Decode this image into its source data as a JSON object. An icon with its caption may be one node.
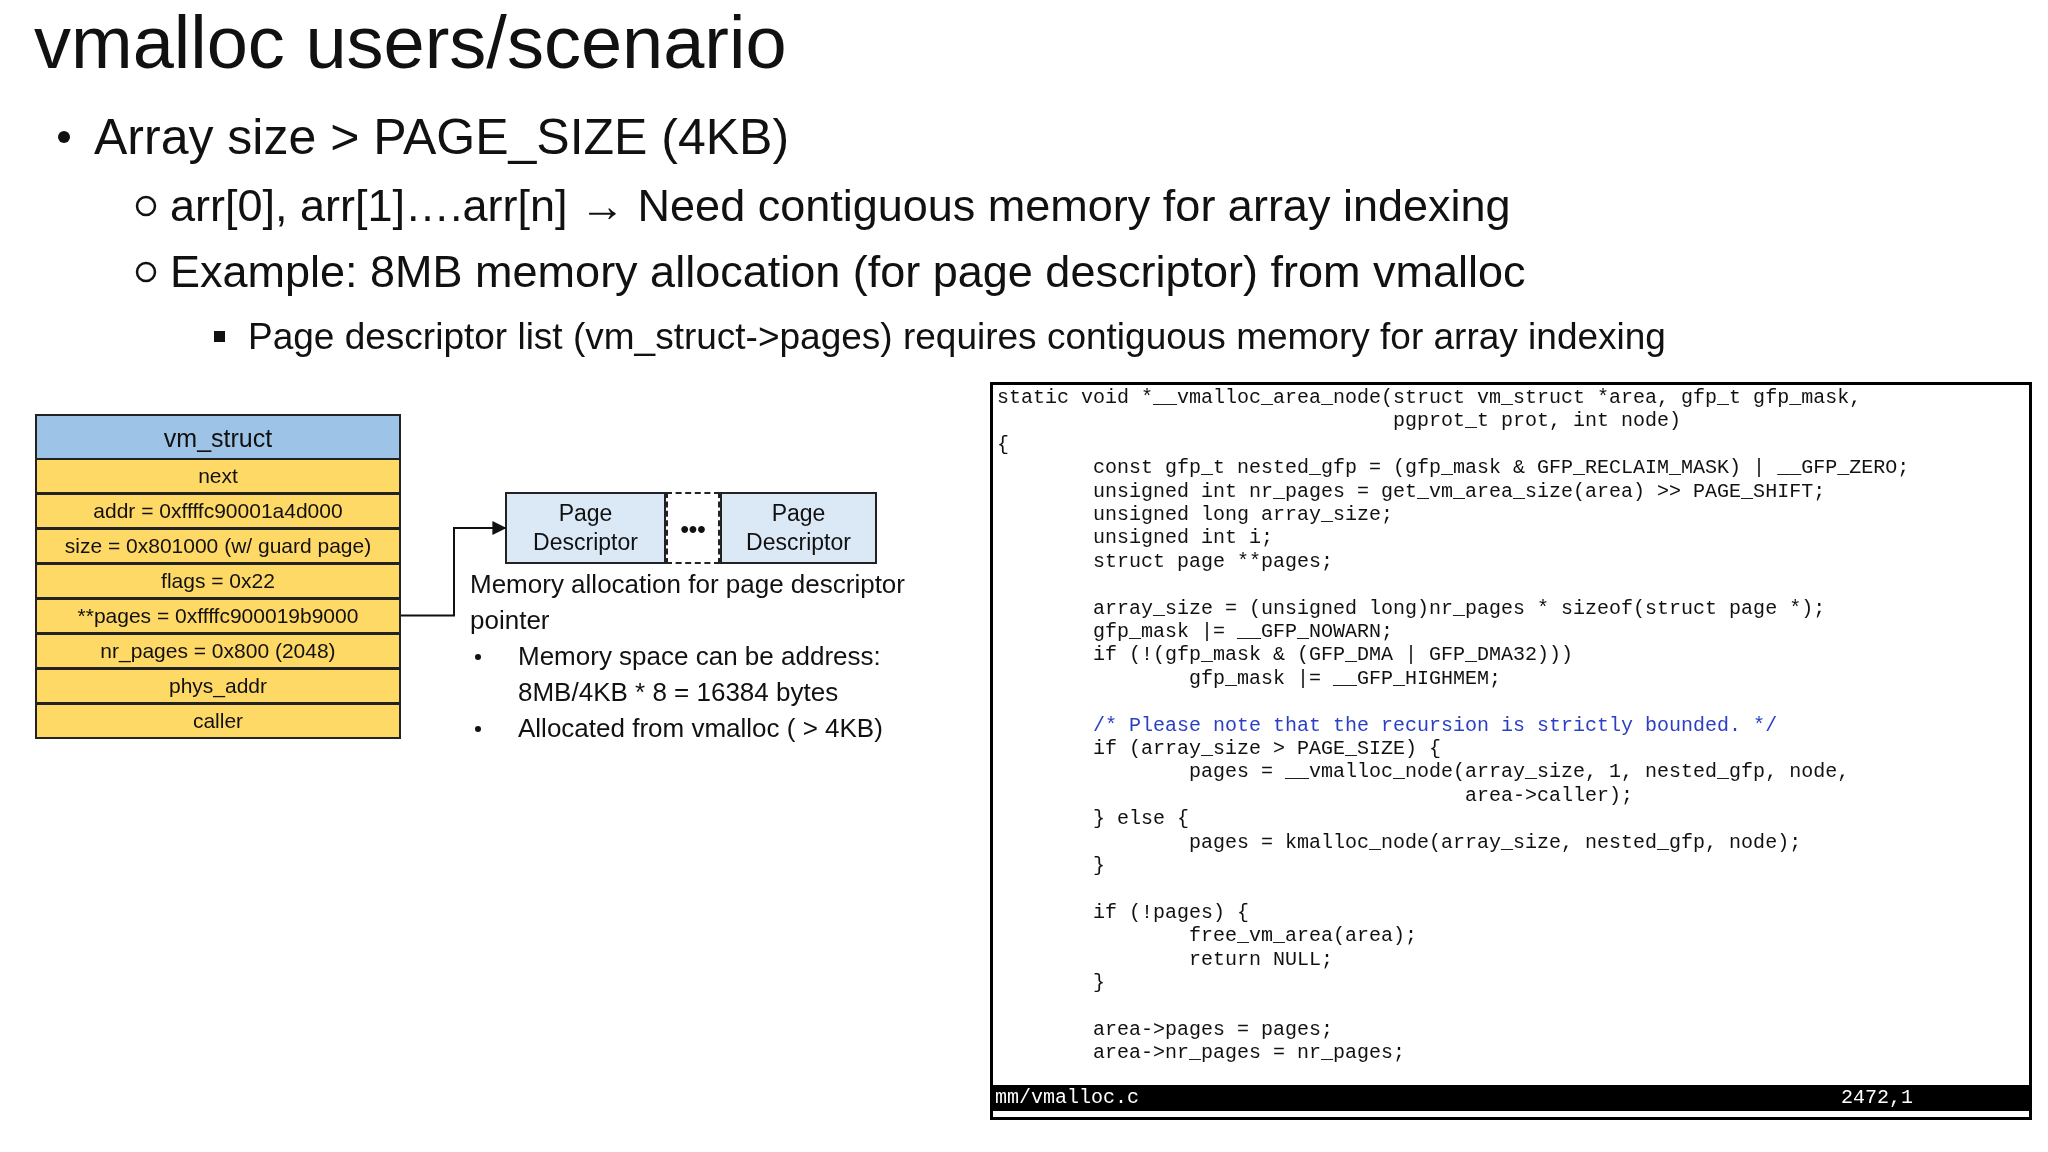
{
  "diagram": {
    "title": "vmalloc users/scenario",
    "nodes": [
      {
        "text": [
          "vm_struct"
        ]
      },
      {
        "text": [
          "next"
        ],
        "in": 0
      },
      {
        "text": [
          "addr = 0xffffc90001a4d000"
        ],
        "in": 0
      },
      {
        "text": [
          "size = 0x801000 (w/ guard page)"
        ],
        "in": 0
      },
      {
        "text": [
          "flags = 0x22"
        ],
        "in": 0
      },
      {
        "text": [
          "**pages = 0xffffc900019b9000"
        ],
        "in": 0
      },
      {
        "text": [
          "nr_pages = 0x800 (2048)"
        ],
        "in": 0
      },
      {
        "text": [
          "phys_addr"
        ],
        "in": 0
      },
      {
        "text": [
          "caller"
        ],
        "in": 0
      },
      {
        "text": [
          "Page Descriptor"
        ]
      },
      {
        "text": [
          "•••"
        ]
      },
      {
        "text": [
          "Page Descriptor"
        ]
      }
    ],
    "edges": [
      {
        "from": 5,
        "to": 9,
        "arrow": "to"
      }
    ],
    "labels": [
      "Array size > PAGE_SIZE (4KB)",
      "arr[0], arr[1]….arr[n] → Need contiguous memory for array indexing",
      "Example: 8MB memory allocation (for page descriptor) from vmalloc",
      "Page descriptor list (vm_struct->pages) requires contiguous memory for array indexing",
      "Memory allocation for page descriptor pointer",
      "Memory space can be address: 8MB/4KB * 8 = 16384 bytes",
      "Allocated from vmalloc ( > 4KB)",
      "static void *__vmalloc_area_node(struct vm_struct *area, gfp_t gfp_mask,",
      "pgprot_t prot, int node)",
      "{",
      "const gfp_t nested_gfp = (gfp_mask & GFP_RECLAIM_MASK) | __GFP_ZERO;",
      "unsigned int nr_pages = get_vm_area_size(area) >> PAGE_SHIFT;",
      "unsigned long array_size;",
      "unsigned int i;",
      "struct page **pages;",
      "array_size = (unsigned long)nr_pages * sizeof(struct page *);",
      "gfp_mask |= __GFP_NOWARN;",
      "if (!(gfp_mask & (GFP_DMA | GFP_DMA32)))",
      "gfp_mask |= __GFP_HIGHMEM;",
      "/* Please note that the recursion is strictly bounded. */",
      "if (array_size > PAGE_SIZE) {",
      "pages = __vmalloc_node(array_size, 1, nested_gfp, node,",
      "area->caller);",
      "} else {",
      "pages = kmalloc_node(array_size, nested_gfp, node);",
      "}",
      "if (!pages) {",
      "free_vm_area(area);",
      "return NULL;",
      "}",
      "area->pages = pages;",
      "area->nr_pages = nr_pages;",
      "mm/vmalloc.c",
      "2472,1"
    ]
  }
}
